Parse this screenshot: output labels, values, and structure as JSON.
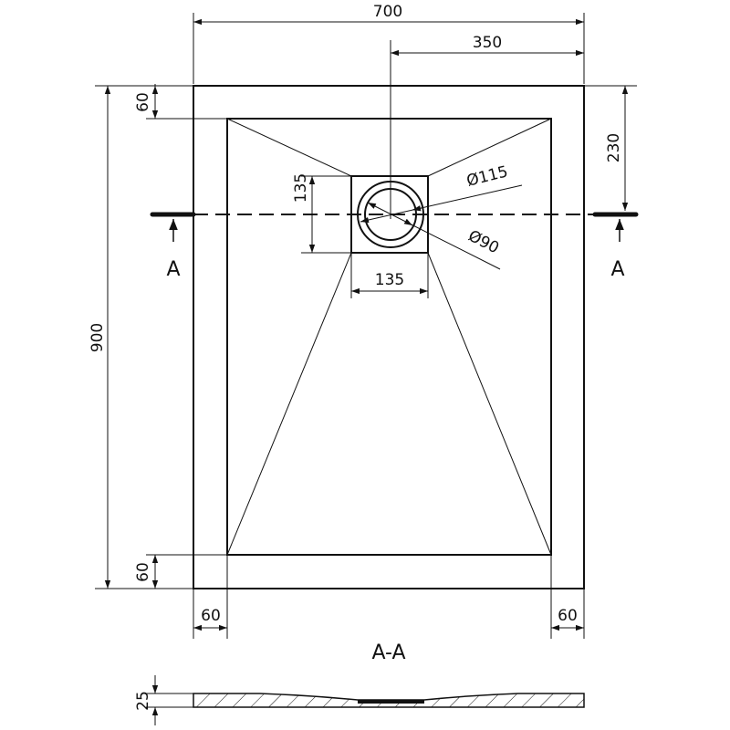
{
  "dimensions": {
    "width_total": "700",
    "width_half": "350",
    "height_total": "900",
    "top_margin": "60",
    "bottom_margin": "60",
    "left_margin": "60",
    "right_margin": "60",
    "drain_offset": "230",
    "drain_width": "135",
    "drain_height": "135",
    "outer_diameter": "Ø115",
    "inner_diameter": "Ø90",
    "thickness": "25"
  },
  "labels": {
    "section_left": "A",
    "section_right": "A",
    "section_title": "A-A"
  }
}
